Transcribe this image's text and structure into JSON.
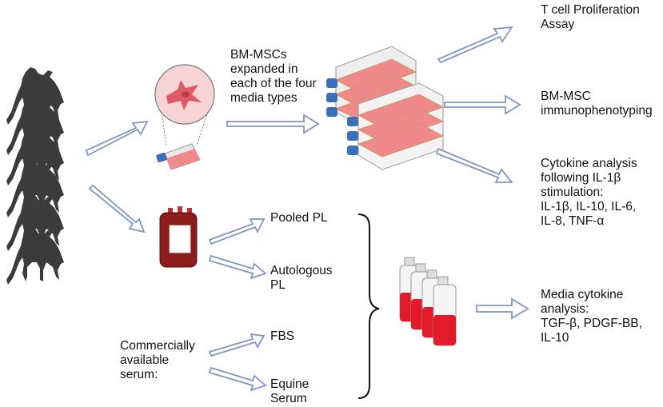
{
  "labels": {
    "bm_mscs": [
      "BM-MSCs",
      "expanded in",
      "each of the four",
      "media types"
    ],
    "tcell": [
      "T cell Proliferation",
      "Assay"
    ],
    "immuno": [
      "BM-MSC",
      "immunophenotyping"
    ],
    "cytokine": [
      "Cytokine analysis",
      "following IL-1β",
      "stimulation:",
      "IL-1β, IL-10, IL-6,",
      "IL-8, TNF-α"
    ],
    "pooled_pl": "Pooled PL",
    "autologous_pl": [
      "Autologous",
      "PL"
    ],
    "fbs": "FBS",
    "equine_serum": [
      "Equine",
      "Serum"
    ],
    "commercial": [
      "Commercially",
      "available",
      "serum:"
    ],
    "media_cytokine": [
      "Media cytokine",
      "analysis:",
      "TGF-β, PDGF-BB,",
      "IL-10"
    ]
  },
  "colors": {
    "arrow_fill": "#ffffff",
    "arrow_stroke": "#7f96c4",
    "horse": "#3b3b3b",
    "media_red": "#e8525a",
    "flask_pink": "#f0898a",
    "cap_blue": "#3d6fb8",
    "blood_red": "#8c1c1c",
    "magnifier_pink": "#f7d4d4",
    "cell": "#e05a63"
  },
  "icons": [
    "horse-icon",
    "cell-culture-flask-icon",
    "msc-cell-icon",
    "stacked-flasks-icon",
    "blood-bag-icon",
    "media-bottle-icon",
    "bracket-icon"
  ]
}
